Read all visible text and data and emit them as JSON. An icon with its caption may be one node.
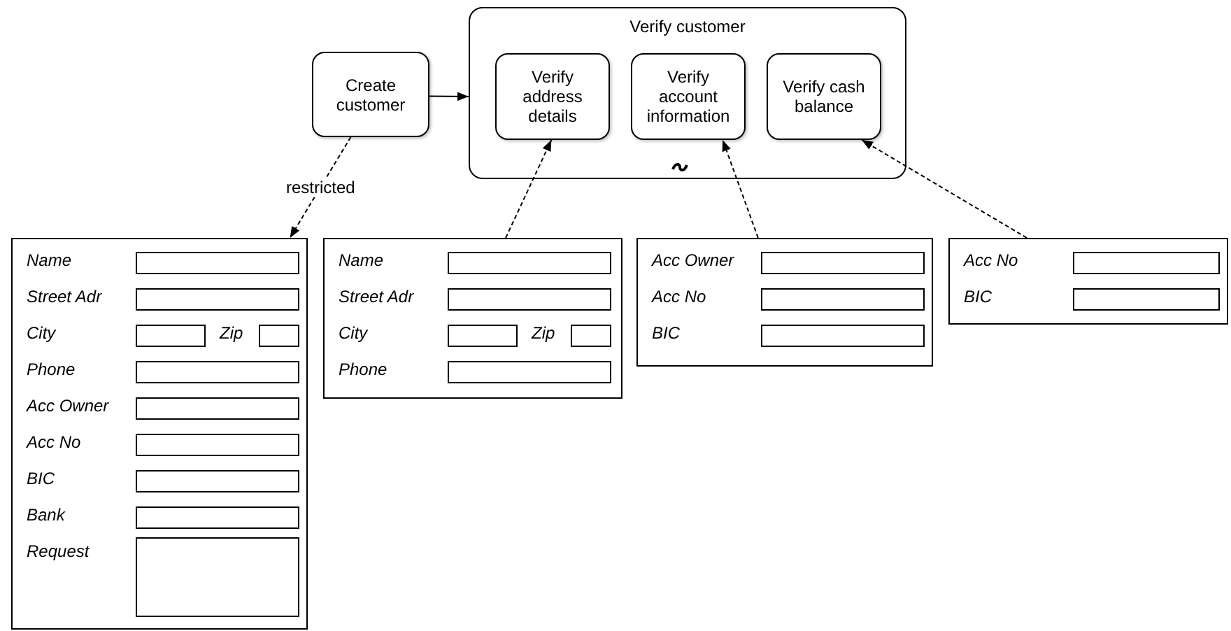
{
  "diagram": {
    "nodes": [
      {
        "text": [
          "Create customer"
        ]
      },
      {
        "text": [
          "Verify customer"
        ]
      },
      {
        "text": [
          "Verify address details"
        ],
        "in": 1
      },
      {
        "text": [
          "Verify account information"
        ],
        "in": 1
      },
      {
        "text": [
          "Verify cash balance"
        ],
        "in": 1
      },
      {
        "text": [
          "Name",
          "Street Adr",
          "City",
          "Zip",
          "Phone",
          "Acc Owner",
          "Acc No",
          "BIC",
          "Bank",
          "Request"
        ]
      },
      {
        "text": [
          "Name",
          "Street Adr",
          "City",
          "Zip",
          "Phone"
        ]
      },
      {
        "text": [
          "Acc Owner",
          "Acc No",
          "BIC"
        ]
      },
      {
        "text": [
          "Acc No",
          "BIC"
        ]
      }
    ],
    "edges": [
      {
        "from": 0,
        "to": 1,
        "arrow": "to"
      },
      {
        "from": 0,
        "to": 5,
        "arrow": "to",
        "label": "restricted",
        "style": "dashed"
      },
      {
        "from": 6,
        "to": 2,
        "arrow": "to",
        "style": "dashed"
      },
      {
        "from": 7,
        "to": 3,
        "arrow": "to",
        "style": "dashed"
      },
      {
        "from": 8,
        "to": 4,
        "arrow": "to",
        "style": "dashed"
      }
    ]
  }
}
